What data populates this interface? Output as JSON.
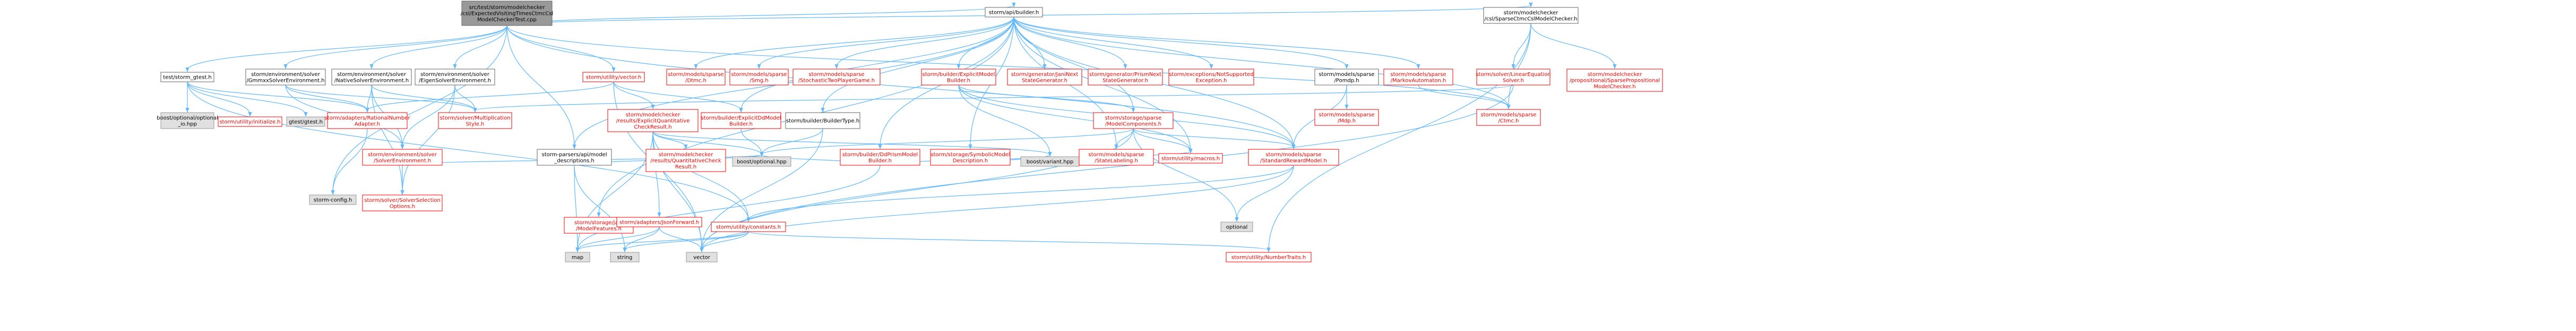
{
  "colors": {
    "root_fill": "#999999",
    "root_stroke": "#666666",
    "node_fill": "#ffffff",
    "node_stroke": "#ff0000",
    "leaf_fill": "#e0e0e0",
    "leaf_stroke": "#999999",
    "edge": "#63b8ff"
  },
  "nodes": [
    {
      "id": "root",
      "style": "root",
      "lines": [
        "src/test/storm/modelchecker",
        "/csl/ExpectedVisitingTimesCtmcCsl",
        "ModelCheckerTest.cpp"
      ]
    },
    {
      "id": "gtest",
      "style": "link",
      "lines": [
        "test/storm_gtest.h"
      ]
    },
    {
      "id": "gmmxx_env",
      "style": "link",
      "lines": [
        "storm/environment/solver",
        "/GmmxxSolverEnvironment.h"
      ]
    },
    {
      "id": "native_env",
      "style": "link",
      "lines": [
        "storm/environment/solver",
        "/NativeSolverEnvironment.h"
      ]
    },
    {
      "id": "eigen_env",
      "style": "link",
      "lines": [
        "storm/environment/solver",
        "/EigenSolverEnvironment.h"
      ]
    },
    {
      "id": "vector_util",
      "style": "red",
      "lines": [
        "storm/utility/vector.h"
      ]
    },
    {
      "id": "api_builder",
      "style": "link",
      "lines": [
        "storm/api/builder.h"
      ]
    },
    {
      "id": "sparse_ctmc_checker",
      "style": "link",
      "lines": [
        "storm/modelchecker",
        "/csl/SparseCtmcCslModelChecker.h"
      ]
    },
    {
      "id": "boost_optional_io",
      "style": "leaf",
      "lines": [
        "boost/optional/optional",
        "_io.hpp"
      ]
    },
    {
      "id": "util_initialize",
      "style": "red",
      "lines": [
        "storm/utility/initialize.h"
      ]
    },
    {
      "id": "gtest_gtest",
      "style": "leaf",
      "lines": [
        "gtest/gtest.h"
      ]
    },
    {
      "id": "rational_adapter",
      "style": "red",
      "lines": [
        "storm/adapters/RationalNumber",
        "Adapter.h"
      ]
    },
    {
      "id": "solver_env",
      "style": "red",
      "lines": [
        "storm/environment/solver",
        "/SolverEnvironment.h"
      ]
    },
    {
      "id": "multiplication_style",
      "style": "red",
      "lines": [
        "storm/solver/Multiplication",
        "Style.h"
      ]
    },
    {
      "id": "storm_config",
      "style": "leaf",
      "lines": [
        "storm-config.h"
      ]
    },
    {
      "id": "solver_selection",
      "style": "red",
      "lines": [
        "storm/solver/SolverSelection",
        "Options.h"
      ]
    },
    {
      "id": "parser_api",
      "style": "link",
      "lines": [
        "storm-parsers/api/model",
        "_descriptions.h"
      ]
    },
    {
      "id": "explicit_quant",
      "style": "red",
      "lines": [
        "storm/modelchecker",
        "/results/ExplicitQuantitative",
        "CheckResult.h"
      ]
    },
    {
      "id": "explicit_dd",
      "style": "red",
      "lines": [
        "storm/builder/ExplicitDdModel",
        "Builder.h"
      ]
    },
    {
      "id": "builder_type",
      "style": "link",
      "lines": [
        "storm/builder/BuilderType.h"
      ]
    },
    {
      "id": "dd_prism",
      "style": "red",
      "lines": [
        "storm/builder/DdPrismModel",
        "Builder.h"
      ]
    },
    {
      "id": "symbolic_desc",
      "style": "red",
      "lines": [
        "storm/storage/SymbolicModel",
        "Description.h"
      ]
    },
    {
      "id": "sparse_dtmc",
      "style": "red",
      "lines": [
        "storm/models/sparse",
        "/Dtmc.h"
      ]
    },
    {
      "id": "sparse_smg",
      "style": "red",
      "lines": [
        "storm/models/sparse",
        "/Smg.h"
      ]
    },
    {
      "id": "sparse_stochastic",
      "style": "red",
      "lines": [
        "storm/models/sparse",
        "/StochasticTwoPlayerGame.h"
      ]
    },
    {
      "id": "explicit_model_builder",
      "style": "red",
      "lines": [
        "storm/builder/ExplicitModel",
        "Builder.h"
      ]
    },
    {
      "id": "jani_next",
      "style": "red",
      "lines": [
        "storm/generator/JaniNext",
        "StateGenerator.h"
      ]
    },
    {
      "id": "prism_next",
      "style": "red",
      "lines": [
        "storm/generator/PrismNext",
        "StateGenerator.h"
      ]
    },
    {
      "id": "not_supported",
      "style": "red",
      "lines": [
        "storm/exceptions/NotSupported",
        "Exception.h"
      ]
    },
    {
      "id": "model_components",
      "style": "red",
      "lines": [
        "storm/storage/sparse",
        "/ModelComponents.h"
      ]
    },
    {
      "id": "pomdp_h",
      "style": "link",
      "lines": [
        "storm/models/sparse",
        "/Pomdp.h"
      ]
    },
    {
      "id": "markov_automaton",
      "style": "red",
      "lines": [
        "storm/models/sparse",
        "/MarkovAutomaton.h"
      ]
    },
    {
      "id": "mdp_h",
      "style": "red",
      "lines": [
        "storm/models/sparse",
        "/Mdp.h"
      ]
    },
    {
      "id": "linear_solver",
      "style": "red",
      "lines": [
        "storm/solver/LinearEquation",
        "Solver.h"
      ]
    },
    {
      "id": "sparse_prop_checker",
      "style": "red",
      "lines": [
        "storm/modelchecker",
        "/propositional/SparsePropositional",
        "ModelChecker.h"
      ]
    },
    {
      "id": "ctmc_h",
      "style": "red",
      "lines": [
        "storm/models/sparse",
        "/Ctmc.h"
      ]
    },
    {
      "id": "quant_check",
      "style": "red",
      "lines": [
        "storm/modelchecker",
        "/results/QuantitativeCheck",
        "Result.h"
      ]
    },
    {
      "id": "boost_optional",
      "style": "leaf",
      "lines": [
        "boost/optional.hpp"
      ]
    },
    {
      "id": "boost_variant",
      "style": "leaf",
      "lines": [
        "boost/variant.hpp"
      ]
    },
    {
      "id": "state_labeling",
      "style": "red",
      "lines": [
        "storm/models/sparse",
        "/StateLabeling.h"
      ]
    },
    {
      "id": "util_macros",
      "style": "red",
      "lines": [
        "storm/utility/macros.h"
      ]
    },
    {
      "id": "standard_reward",
      "style": "red",
      "lines": [
        "storm/models/sparse",
        "/StandardRewardModel.h"
      ]
    },
    {
      "id": "jani_features",
      "style": "red",
      "lines": [
        "storm/storage/jani",
        "/ModelFeatures.h"
      ]
    },
    {
      "id": "json_forward",
      "style": "red",
      "lines": [
        "storm/adapters/JsonForward.h"
      ]
    },
    {
      "id": "util_constants",
      "style": "red",
      "lines": [
        "storm/utility/constants.h"
      ]
    },
    {
      "id": "optional_h",
      "style": "leaf",
      "lines": [
        "optional"
      ]
    },
    {
      "id": "map_h",
      "style": "leaf",
      "lines": [
        "map"
      ]
    },
    {
      "id": "string_h",
      "style": "leaf",
      "lines": [
        "string"
      ]
    },
    {
      "id": "vector_h",
      "style": "leaf",
      "lines": [
        "vector"
      ]
    },
    {
      "id": "number_traits",
      "style": "red",
      "lines": [
        "storm/utility/NumberTraits.h"
      ]
    }
  ]
}
